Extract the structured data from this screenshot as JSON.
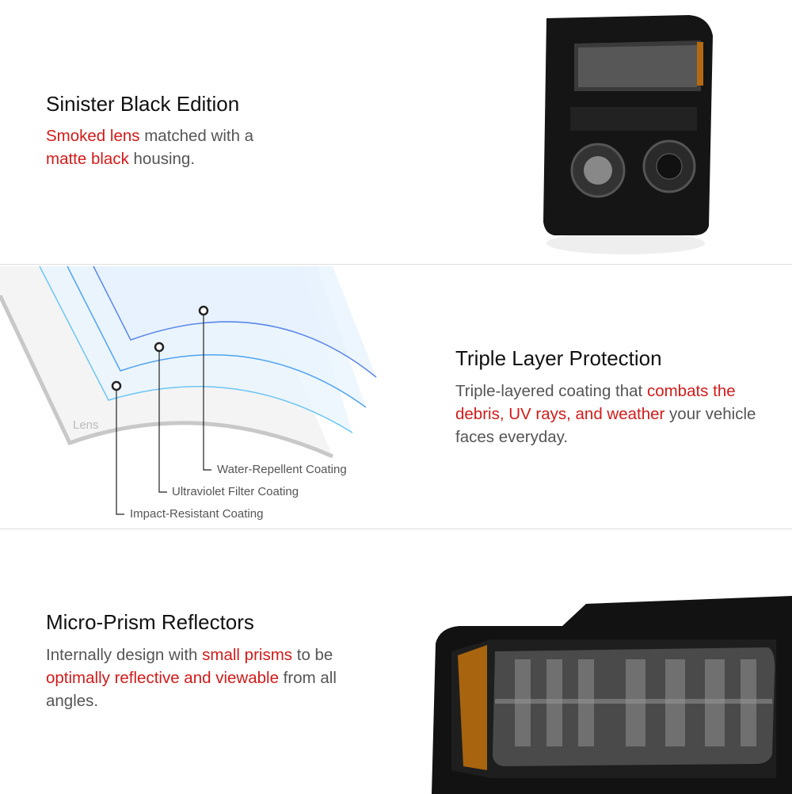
{
  "sections": [
    {
      "title": "Sinister Black Edition",
      "desc": [
        {
          "text": "Smoked lens",
          "highlight": true
        },
        {
          "text": " matched with a ",
          "highlight": false
        },
        {
          "text": "matte black",
          "highlight": true
        },
        {
          "text": " housing.",
          "highlight": false
        }
      ]
    },
    {
      "title": "Triple Layer Protection",
      "desc": [
        {
          "text": "Triple-layered coating that ",
          "highlight": false
        },
        {
          "text": "combats the debris, UV rays, and weather",
          "highlight": true
        },
        {
          "text": " your vehicle faces everyday.",
          "highlight": false
        }
      ],
      "diagram": {
        "lens_label": "Lens",
        "layers": [
          "Water-Repellent Coating",
          "Ultraviolet Filter Coating",
          "Impact-Resistant Coating"
        ]
      }
    },
    {
      "title": "Micro-Prism Reflectors",
      "desc": [
        {
          "text": "Internally design with ",
          "highlight": false
        },
        {
          "text": "small prisms",
          "highlight": true
        },
        {
          "text": " to be ",
          "highlight": false
        },
        {
          "text": "optimally reflective and viewable",
          "highlight": true
        },
        {
          "text": " from all angles.",
          "highlight": false
        }
      ]
    }
  ],
  "colors": {
    "highlight": "#d21a1a",
    "text": "#555555",
    "heading": "#111111"
  }
}
